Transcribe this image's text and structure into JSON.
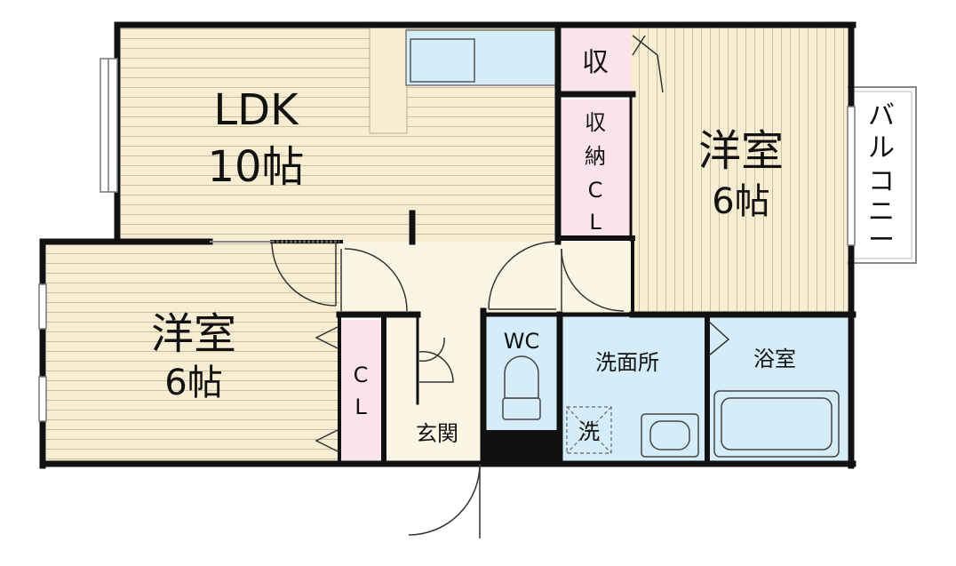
{
  "floor_plan": {
    "ldk": {
      "name": "LDK",
      "size": "10帖"
    },
    "western_room_right": {
      "name": "洋室",
      "size": "6帖"
    },
    "western_room_left": {
      "name": "洋室",
      "size": "6帖"
    },
    "storage": "収",
    "storage_closet": {
      "line1": "収",
      "line2": "納",
      "line3": "C",
      "line4": "L"
    },
    "closet": {
      "line1": "C",
      "line2": "L"
    },
    "balcony": {
      "c1": "バ",
      "c2": "ル",
      "c3": "コ",
      "c4": "ニ",
      "c5": "ー"
    },
    "wc": "WC",
    "washroom": "洗面所",
    "washer": "洗",
    "bathroom": "浴室",
    "entrance": "玄関"
  },
  "colors": {
    "wall": "#111111",
    "wood_floor": "#f6edd3",
    "wood_lines": "#c9b994",
    "tile_blue": "#d4edf8",
    "closet_pink": "#fbe3ec",
    "entrance_floor": "#fbf5e4"
  }
}
